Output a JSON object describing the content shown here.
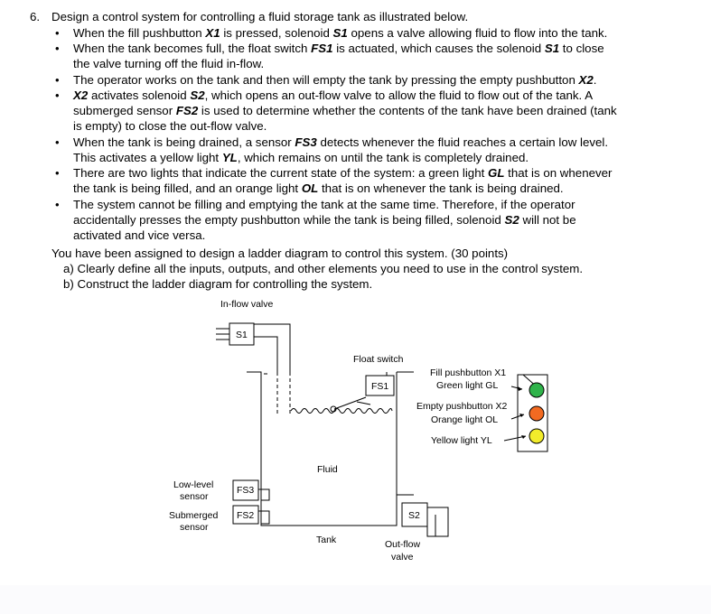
{
  "question": {
    "number": "6.",
    "intro": "Design a control system for controlling a fluid storage tank as illustrated below.",
    "bullets": [
      [
        "When the fill pushbutton ",
        {
          "b": "X1"
        },
        " is pressed, solenoid ",
        {
          "b": "S1"
        },
        " opens a valve allowing fluid to flow into the tank."
      ],
      [
        "When the tank becomes full, the float switch ",
        {
          "b": "FS1"
        },
        " is actuated, which causes the solenoid ",
        {
          "b": "S1"
        },
        " to close"
      ],
      [
        "the valve turning off the fluid in-flow."
      ],
      [
        "The operator works on the tank and then will empty the tank by pressing the empty pushbutton ",
        {
          "b": "X2"
        },
        "."
      ],
      [
        {
          "b": "X2"
        },
        " activates solenoid ",
        {
          "b": "S2"
        },
        ", which opens an out-flow valve to allow the fluid to flow out of the tank.  A"
      ],
      [
        "submerged sensor ",
        {
          "b": "FS2"
        },
        " is used to determine whether the contents of the tank have been drained (tank"
      ],
      [
        "is empty) to close the out-flow valve."
      ],
      [
        "When the tank is being drained, a sensor ",
        {
          "b": "FS3"
        },
        " detects whenever the fluid reaches a certain low level."
      ],
      [
        "This activates a yellow light ",
        {
          "b": "YL"
        },
        ", which remains on until the tank is completely drained."
      ],
      [
        "There are two lights that indicate the current state of the system: a green light ",
        {
          "b": "GL"
        },
        " that is on whenever"
      ],
      [
        "the tank is being filled, and an orange light ",
        {
          "b": "OL"
        },
        " that is on whenever the tank is being drained."
      ],
      [
        "The system cannot be filling and emptying the tank at the same time. Therefore, if the operator"
      ],
      [
        "accidentally presses the empty pushbutton while the tank is being filled, solenoid ",
        {
          "b": "S2"
        },
        " will not be"
      ],
      [
        "activated and vice versa."
      ]
    ],
    "assignment": "You have been assigned to design a ladder diagram to control this system. (30 points)",
    "part_a": "a)  Clearly define all the inputs, outputs, and other elements you need to use in the control system.",
    "part_b": "b)  Construct the ladder diagram for controlling the system."
  },
  "figure": {
    "inflow_valve": "In-flow valve",
    "s1": "S1",
    "float_switch": "Float switch",
    "fs1": "FS1",
    "fill_pb": "Fill pushbutton X1",
    "green_light": "Green light GL",
    "empty_pb": "Empty pushbutton X2",
    "orange_light": "Orange light OL",
    "yellow_light": "Yellow light YL",
    "fluid": "Fluid",
    "low_level_1": "Low-level",
    "low_level_2": "sensor",
    "fs3": "FS3",
    "submerged_1": "Submerged",
    "submerged_2": "sensor",
    "fs2": "FS2",
    "tank": "Tank",
    "s2": "S2",
    "outflow_1": "Out-flow",
    "outflow_2": "valve",
    "colors": {
      "green": "#2fb34a",
      "orange": "#f26a21",
      "yellow": "#f2ec2b"
    }
  }
}
